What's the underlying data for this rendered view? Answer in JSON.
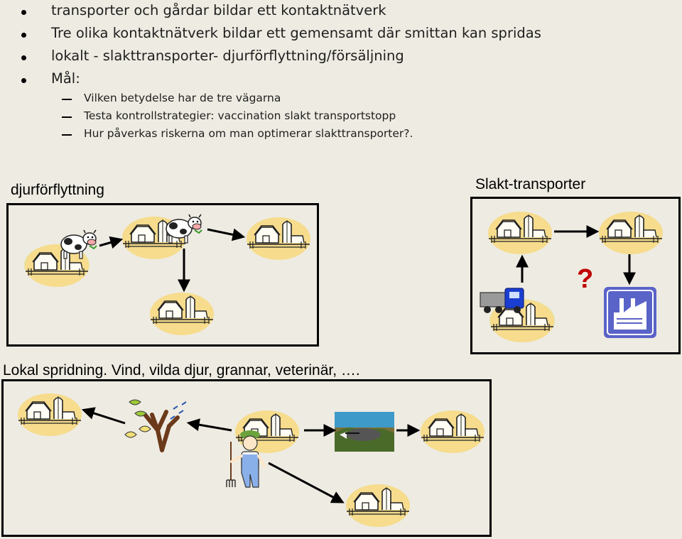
{
  "bullets": [
    "transporter och gårdar bildar ett kontaktnätverk",
    "Tre olika kontaktnätverk bildar ett gemensamt där smittan kan spridas",
    "lokalt - slakttransporter- djurförflyttning/försäljning",
    "Mål:"
  ],
  "sub_bullets": [
    "Vilken betydelse har de tre vägarna",
    "Testa kontrollstrategier: vaccination slakt transportstopp",
    "Hur påverkas riskerna om man optimerar slakttransporter?."
  ],
  "sections": {
    "animal_movement": "djurförflyttning",
    "slaughter_transport": "Slakt-transporter",
    "local_spread": "Lokal spridning. Vind, vilda djur, grannar, veterinär, …."
  },
  "question_mark": "?",
  "icons": [
    "farm-icon",
    "cow-icon",
    "truck-icon",
    "factory-icon",
    "tree-wind-icon",
    "farmer-icon",
    "badger-icon",
    "arrow-icon"
  ],
  "colors": {
    "background": "#eeebe2",
    "farm_fill": "#f6dc8c",
    "farm_highlight": "#e3e6a8",
    "question": "#c00000",
    "factory": "#5a63c8",
    "truck": "#1a3fd0"
  }
}
